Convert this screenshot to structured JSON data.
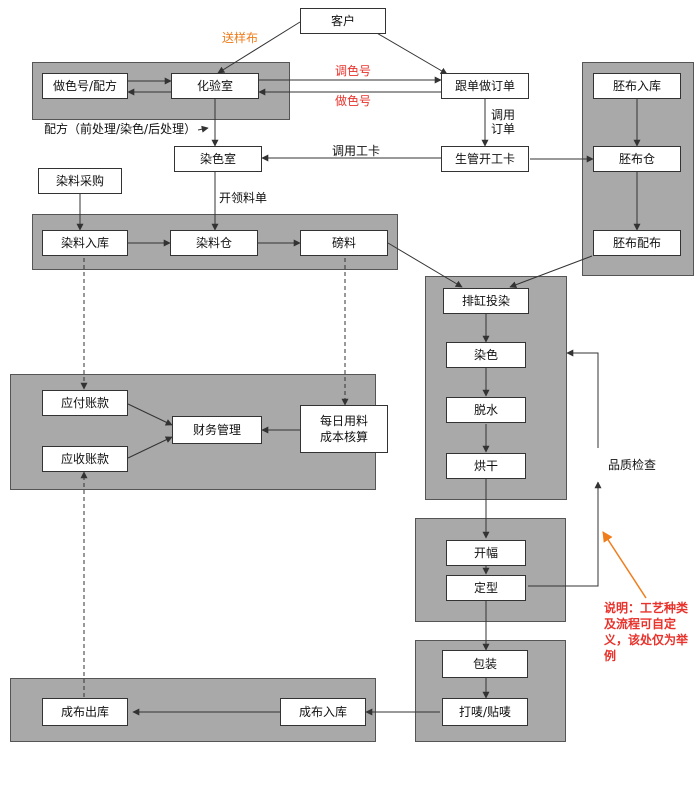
{
  "nodes": {
    "customer": "客户",
    "color_recipe": "做色号/配方",
    "lab": "化验室",
    "order_follow": "跟单做订单",
    "dye_room": "染色室",
    "prod_card": "生管开工卡",
    "grey_in": "胚布入库",
    "grey_store": "胚布仓",
    "grey_dist": "胚布配布",
    "dye_purchase": "染料采购",
    "dye_in": "染料入库",
    "dye_store": "染料仓",
    "weigh": "磅料",
    "vat_dye": "排缸投染",
    "dyeing": "染色",
    "dewater": "脱水",
    "drying": "烘干",
    "payable": "应付账款",
    "receivable": "应收账款",
    "finance": "财务管理",
    "daily_cost": "每日用料\n成本核算",
    "quality": "品质检查",
    "open_width": "开幅",
    "setting": "定型",
    "packing": "包装",
    "mark": "打唛/贴唛",
    "fin_in": "成布入库",
    "fin_out": "成布出库"
  },
  "labels": {
    "sample": "送样布",
    "tone_in": "调色号",
    "tone_out": "做色号",
    "recipe": "配方（前处理/染色/后处理）",
    "call_order": "调用\n订单",
    "call_card": "调用工卡",
    "issue_material": "开领料单",
    "note": "说明：工艺种类及流程可自定义，该处仅为举例"
  },
  "colors": {
    "panel": "#a9a9a9",
    "line": "#333333",
    "label_red": "#e8322b",
    "label_orange": "#f07d1c"
  }
}
